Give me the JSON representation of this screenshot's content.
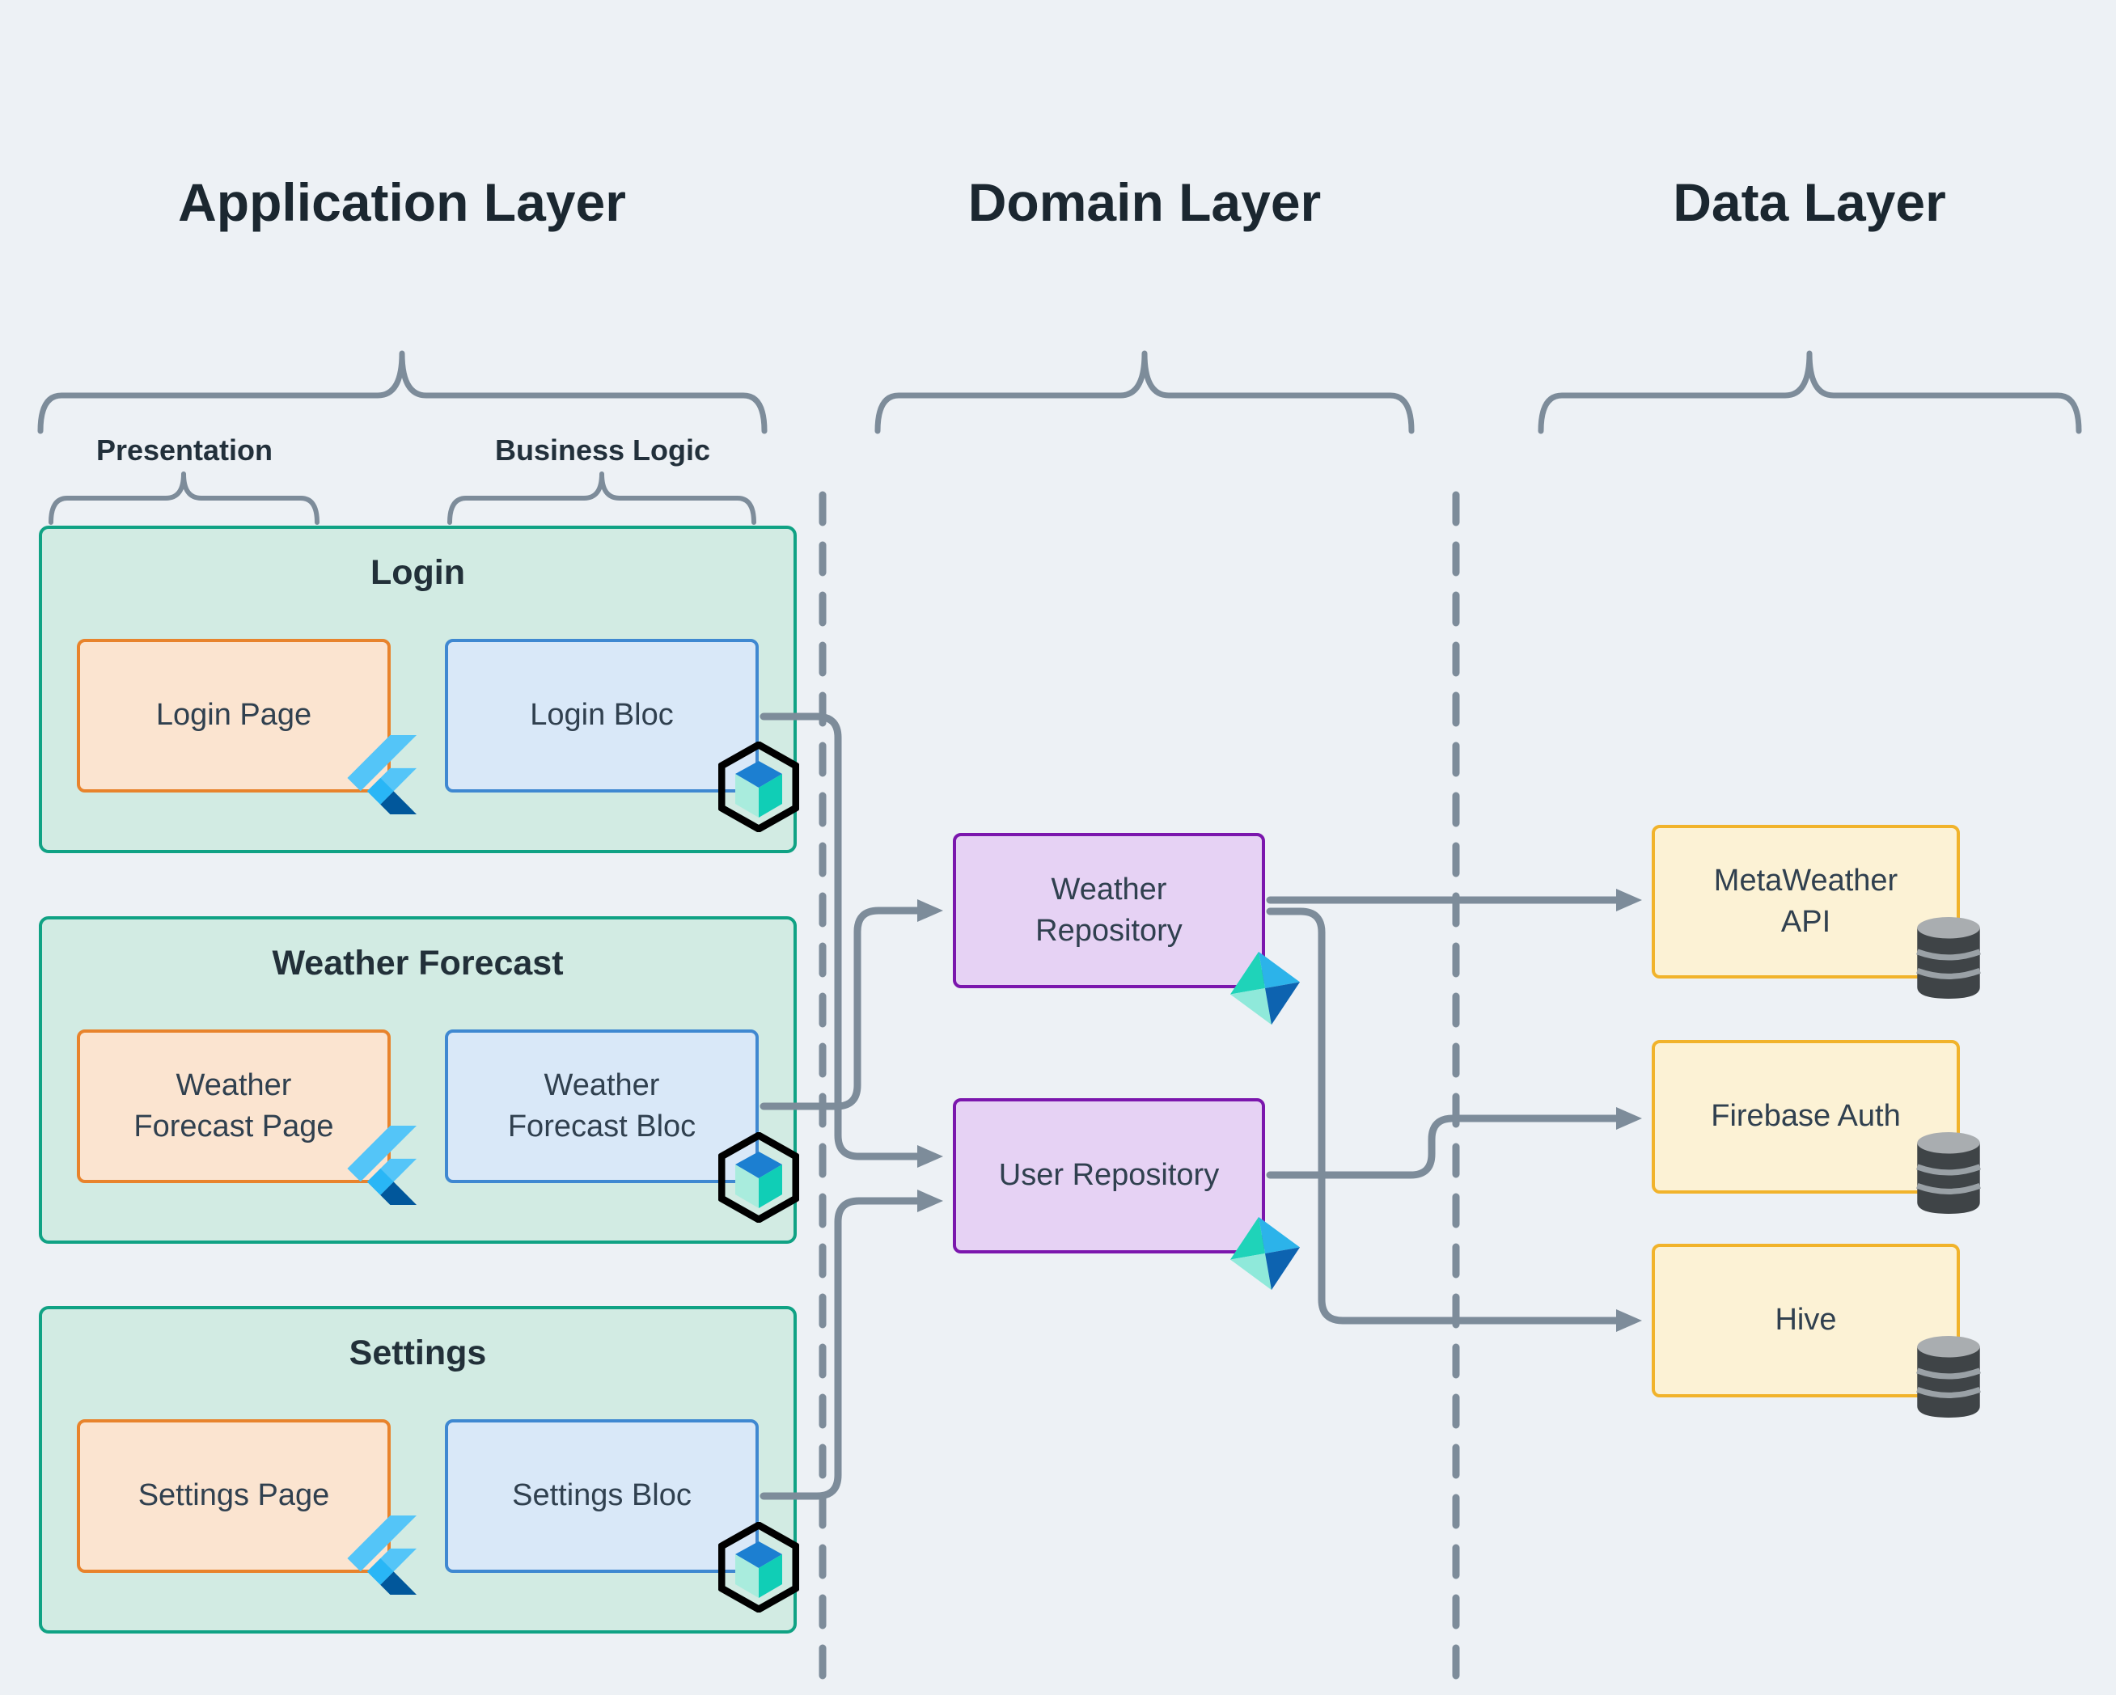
{
  "layers": {
    "application": {
      "title": "Application Layer",
      "sublabels": {
        "presentation": "Presentation",
        "business_logic": "Business Logic"
      }
    },
    "domain": {
      "title": "Domain Layer"
    },
    "data": {
      "title": "Data Layer"
    }
  },
  "feature_groups": [
    {
      "title": "Login",
      "page": "Login Page",
      "bloc": "Login Bloc"
    },
    {
      "title": "Weather Forecast",
      "page": "Weather Forecast Page",
      "bloc": "Weather Forecast Bloc"
    },
    {
      "title": "Settings",
      "page": "Settings Page",
      "bloc": "Settings Bloc"
    }
  ],
  "repositories": [
    {
      "label": "Weather Repository"
    },
    {
      "label": "User Repository"
    }
  ],
  "data_sources": [
    {
      "label": "MetaWeather API"
    },
    {
      "label": "Firebase Auth"
    },
    {
      "label": "Hive"
    }
  ],
  "connections": [
    {
      "from": "Login Bloc",
      "to": "User Repository"
    },
    {
      "from": "Weather Forecast Bloc",
      "to": "Weather Repository"
    },
    {
      "from": "Settings Bloc",
      "to": "User Repository"
    },
    {
      "from": "Weather Repository",
      "to": "MetaWeather API"
    },
    {
      "from": "Weather Repository",
      "to": "Hive"
    },
    {
      "from": "User Repository",
      "to": "Firebase Auth"
    }
  ],
  "icons": {
    "flutter": "flutter-logo-icon",
    "bloc": "bloc-cube-icon",
    "dart": "dart-logo-icon",
    "database": "database-cylinder-icon"
  },
  "colors": {
    "background": "#edf1f5",
    "line_gray": "#7d8c9a",
    "group_teal_border": "#10a284",
    "group_teal_fill": "#d2ebe3",
    "page_orange_border": "#e8832c",
    "page_orange_fill": "#fbe4d0",
    "bloc_blue_border": "#3f88d1",
    "bloc_blue_fill": "#d9e8f8",
    "repo_purple_border": "#7b16ad",
    "repo_purple_fill": "#e6d2f4",
    "data_yellow_border": "#f1b32b",
    "data_yellow_fill": "#fcf2d5",
    "title_text": "#1b2730",
    "label_text": "#30404f"
  }
}
